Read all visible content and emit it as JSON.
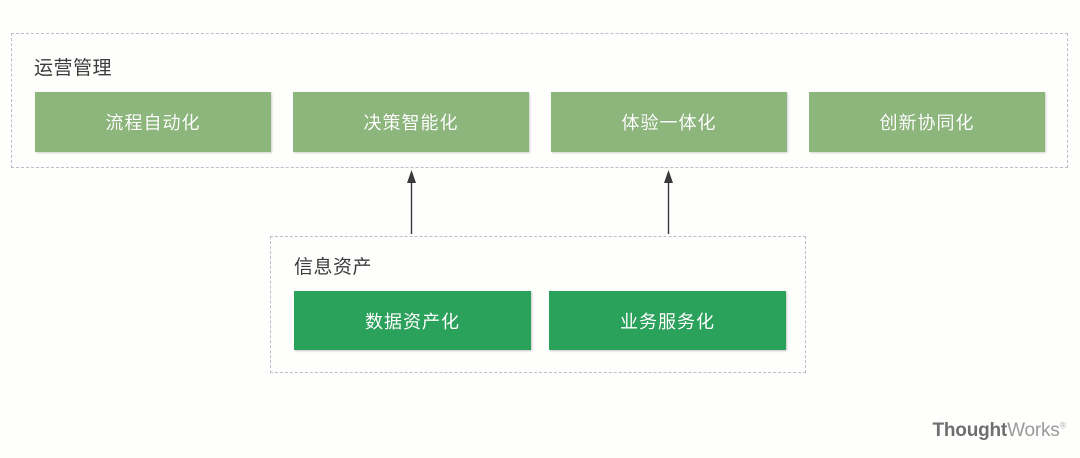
{
  "diagram": {
    "background_color": "#fefefd",
    "panels": [
      {
        "id": "operations-management",
        "title": "运营管理",
        "border_style": "dashed",
        "border_color": "#b9c0cc",
        "node_color": "#8cb67b",
        "nodes": [
          {
            "label": "流程自动化"
          },
          {
            "label": "决策智能化"
          },
          {
            "label": "体验一体化"
          },
          {
            "label": "创新协同化"
          }
        ]
      },
      {
        "id": "information-assets",
        "title": "信息资产",
        "border_style": "dashed",
        "border_color": "#b9c0cc",
        "node_color": "#2aa25b",
        "nodes": [
          {
            "label": "数据资产化"
          },
          {
            "label": "业务服务化"
          }
        ]
      }
    ],
    "connectors": [
      {
        "name": "arrow-assets-to-ops-left",
        "direction": "up",
        "color": "#3a3a3a"
      },
      {
        "name": "arrow-assets-to-ops-right",
        "direction": "up",
        "color": "#3a3a3a"
      }
    ]
  },
  "logo": {
    "bold_text": "Thought",
    "regular_text": "Works",
    "trademark": "®"
  }
}
